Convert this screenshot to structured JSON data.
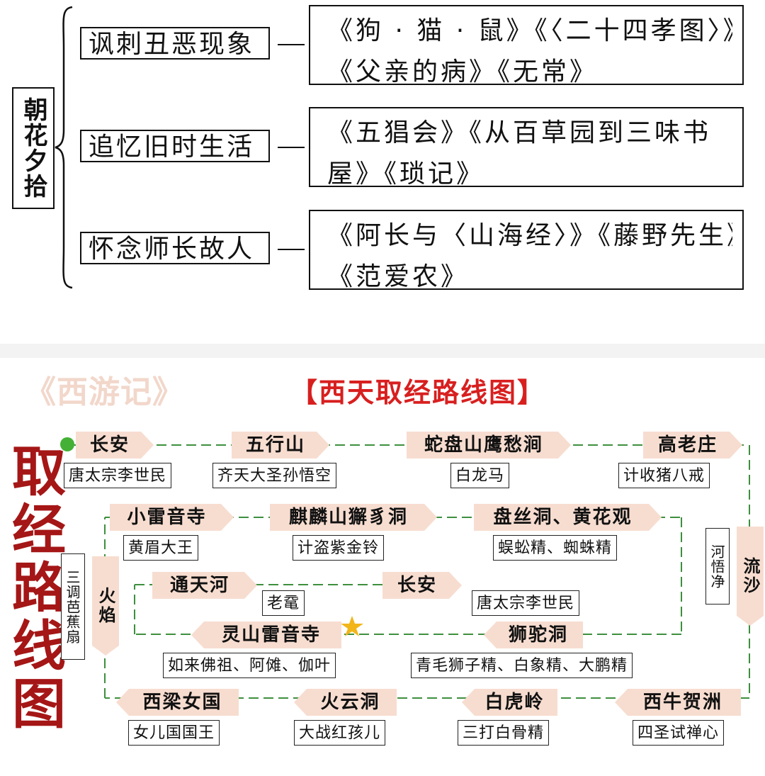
{
  "mindmap": {
    "root": "朝花夕拾",
    "branches": [
      {
        "category": "讽刺丑恶现象",
        "works": [
          "《狗 · 猫 · 鼠》《〈二十四孝图〉》",
          "《父亲的病》《无常》"
        ]
      },
      {
        "category": "追忆旧时生活",
        "works": [
          "《五猖会》《从百草园到三味书",
          "屋》《琐记》"
        ]
      },
      {
        "category": "怀念师长故人",
        "works": [
          "《阿长与〈山海经〉》《藤野先生》",
          "《范爱农》"
        ]
      }
    ]
  },
  "route": {
    "book_title": "《西游记》",
    "title": "【西天取经路线图】",
    "side_title": "取经路线图",
    "colors": {
      "path": "#3e8f3e",
      "start_dot": "#44b035",
      "label_bg": "#f7ddd0",
      "title_red": "#d81f1f",
      "side_red": "#a51616",
      "star": "#f2b51a"
    },
    "row1": [
      {
        "place": "长安",
        "event": "唐太宗李世民"
      },
      {
        "place": "五行山",
        "event": "齐天大圣孙悟空"
      },
      {
        "place": "蛇盘山鹰愁涧",
        "event": "白龙马"
      },
      {
        "place": "高老庄",
        "event": "计收猪八戒"
      }
    ],
    "right_col": {
      "place": "流沙",
      "event": "河悟净"
    },
    "row2": [
      {
        "place": "小雷音寺",
        "event": "黄眉大王"
      },
      {
        "place": "麒麟山獬豸洞",
        "event": "计盗紫金铃"
      },
      {
        "place": "盘丝洞、黄花观",
        "event": "蜈蚣精、蜘蛛精"
      }
    ],
    "left_col": {
      "place": "火焰",
      "event": "三调芭蕉扇"
    },
    "row3": [
      {
        "place": "通天河",
        "event": "老鼋"
      },
      {
        "place": "长安",
        "event": "唐太宗李世民"
      }
    ],
    "row4": [
      {
        "place": "灵山雷音寺",
        "event": "如来佛祖、阿傩、伽叶"
      },
      {
        "place": "狮驼洞",
        "event": "青毛狮子精、白象精、大鹏精"
      }
    ],
    "row5": [
      {
        "place": "西梁女国",
        "event": "女儿国国王"
      },
      {
        "place": "火云洞",
        "event": "大战红孩儿"
      },
      {
        "place": "白虎岭",
        "event": "三打白骨精"
      },
      {
        "place": "西牛贺洲",
        "event": "四圣试禅心"
      }
    ]
  }
}
